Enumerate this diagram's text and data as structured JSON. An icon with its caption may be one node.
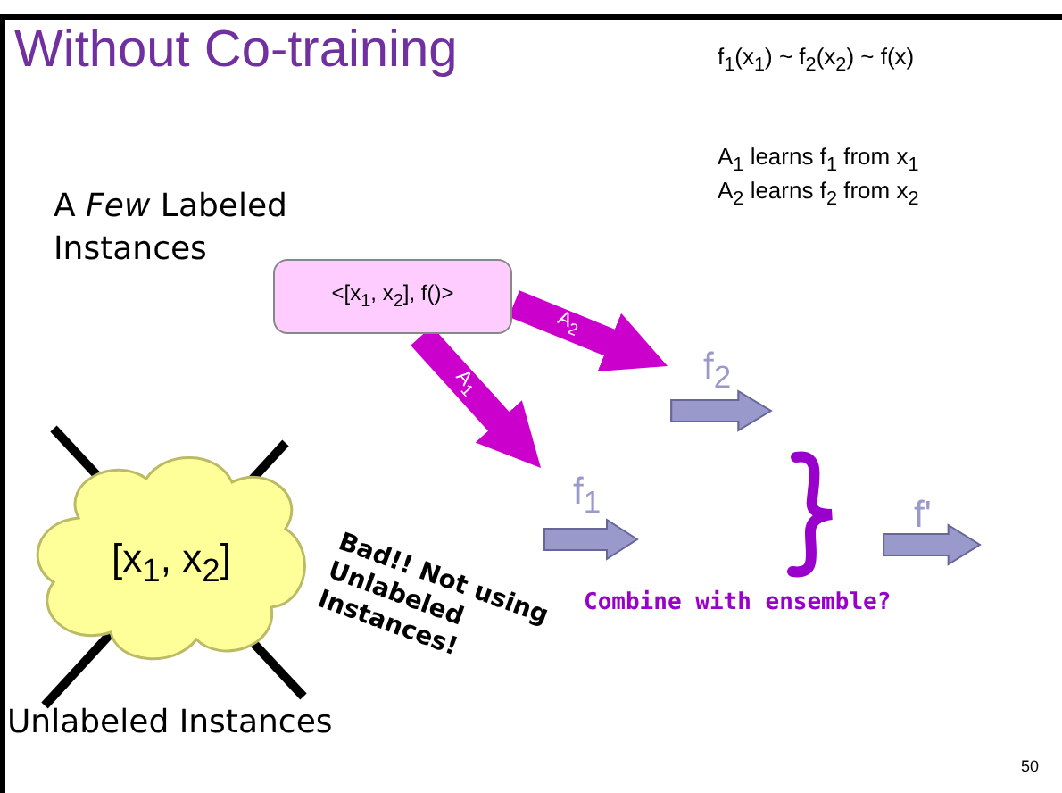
{
  "diagram": {
    "title": "Without Co-training",
    "nodes": [
      {
        "text": [
          "<[x$_{1}$, x$_{2}$], f()>"
        ]
      },
      {
        "text": [
          "f$_{2}$"
        ]
      },
      {
        "text": [
          "f$_{1}$"
        ]
      },
      {
        "text": [],
        "shape": "brace"
      },
      {
        "text": [
          "f'"
        ]
      },
      {
        "text": [
          "[x$_{1}$, x$_{2}$]"
        ],
        "beside": [
          "Unlabeled Instances"
        ]
      }
    ],
    "edges": [
      {
        "from": 0,
        "to": 1,
        "arrow": "to",
        "label": "A$_{2}$"
      },
      {
        "from": 0,
        "to": 2,
        "arrow": "to",
        "label": "A$_{1}$"
      }
    ],
    "labels": [
      "f$_{1}$(x$_{1}$) ~ f$_{2}$(x$_{2}$) ~ f(x)",
      "A$_{1}$ learns f$_{1}$  from x$_{1}$",
      "A$_{2}$ learns f$_{2}$ from x$_{2}$",
      "A *Few* Labeled Instances",
      "Bad!! Not using Unlabeled Instances!",
      "Combine with ensemble?",
      "50"
    ]
  }
}
